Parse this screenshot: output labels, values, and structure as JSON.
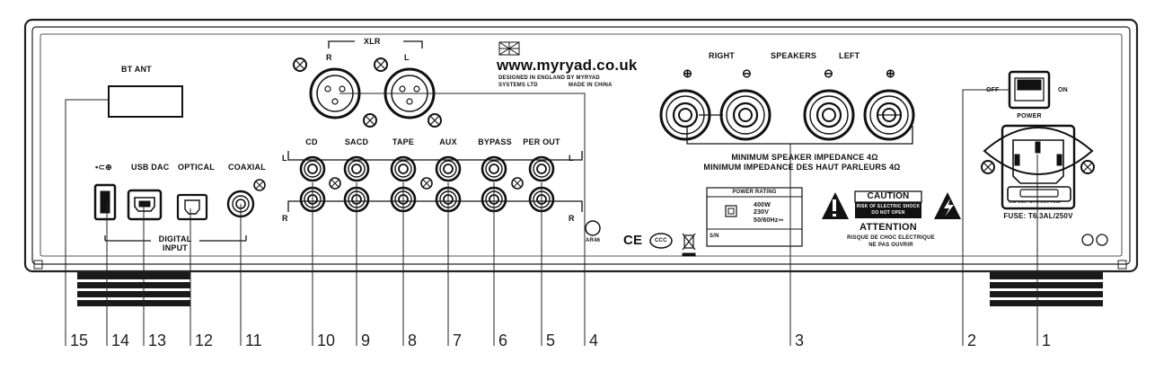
{
  "panel": {
    "bt_ant": "BT ANT",
    "xlr": "XLR",
    "xlr_r": "R",
    "xlr_l": "L",
    "website": "www.myryad.co.uk",
    "designed_line1": "DESIGNED IN ENGLAND BY MYRYAD",
    "designed_line2": "SYSTEMS LTD",
    "made_in": "MADE IN CHINA",
    "usb_symbol": "•⊂⊕",
    "usb_dac": "USB DAC",
    "optical": "OPTICAL",
    "coaxial": "COAXIAL",
    "digital_input_1": "DIGITAL",
    "digital_input_2": "INPUT",
    "cd": "CD",
    "sacd": "SACD",
    "tape": "TAPE",
    "aux": "AUX",
    "bypass": "BYPASS",
    "per_out": "PER OUT",
    "row_l": "L",
    "row_r": "R",
    "right": "RIGHT",
    "speakers": "SPEAKERS",
    "left": "LEFT",
    "plus_symbol": "⊕",
    "minus_symbol": "⊖",
    "impedance_1": "MINIMUM SPEAKER IMPEDANCE 4Ω",
    "impedance_2": "MINIMUM IMPEDANCE DES HAUT PARLEURS 4Ω",
    "power_rating": "POWER RATING",
    "watts": "400W",
    "volts": "230V",
    "hz": "50/60Hz∾",
    "sn": "S/N",
    "caution": "CAUTION",
    "risk_1": "RISK OF ELECTRIC SHOCK",
    "risk_2": "DO NOT OPEN",
    "attention": "ATTENTION",
    "risque_1": "RISQUE DE CHOC ELECTRIQUE",
    "risque_2": "NE PAS OUVRIR",
    "off": "OFF",
    "on": "ON",
    "power": "POWER",
    "fuse": "FUSE: T6.3AL/250V",
    "fuse_note": "USE ONLY WITH 250V FUSE",
    "ar46": "AR46",
    "ce": "CE",
    "ccc": "CCC"
  },
  "callouts": [
    "15",
    "14",
    "13",
    "12",
    "11",
    "10",
    "9",
    "8",
    "7",
    "6",
    "5",
    "4",
    "3",
    "2",
    "1"
  ]
}
